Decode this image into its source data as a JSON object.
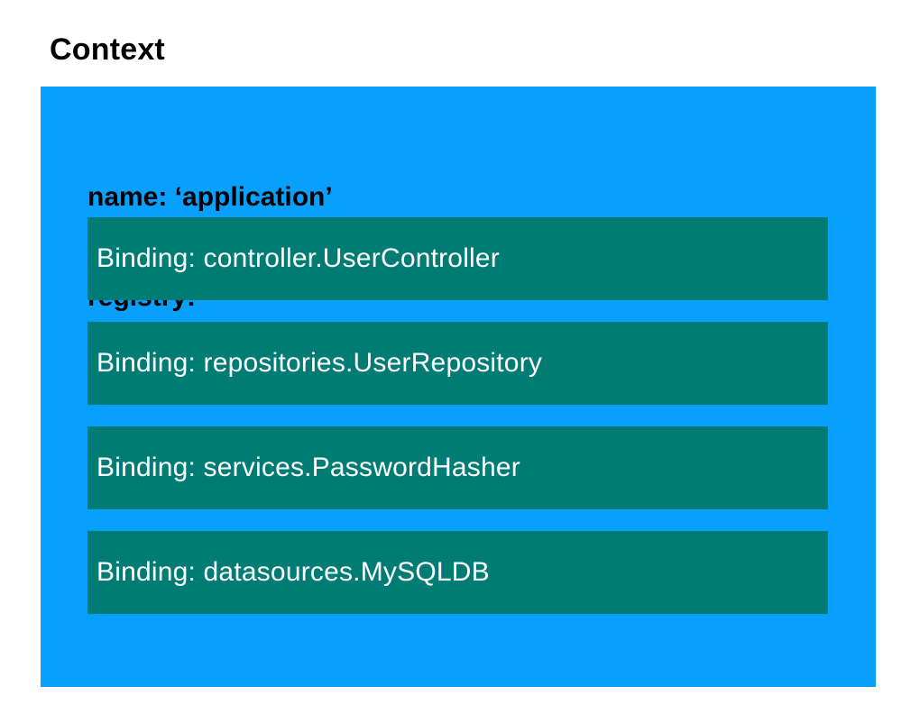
{
  "title": "Context",
  "colors": {
    "context_bg": "#08a0fc",
    "binding_bg": "#007c74"
  },
  "context_box": {
    "name_line": "name: ‘application’",
    "registry_line": "registry:",
    "bindings": [
      {
        "label": "Binding: controller.UserController"
      },
      {
        "label": "Binding: repositories.UserRepository"
      },
      {
        "label": "Binding: services.PasswordHasher"
      },
      {
        "label": "Binding: datasources.MySQLDB"
      }
    ]
  }
}
